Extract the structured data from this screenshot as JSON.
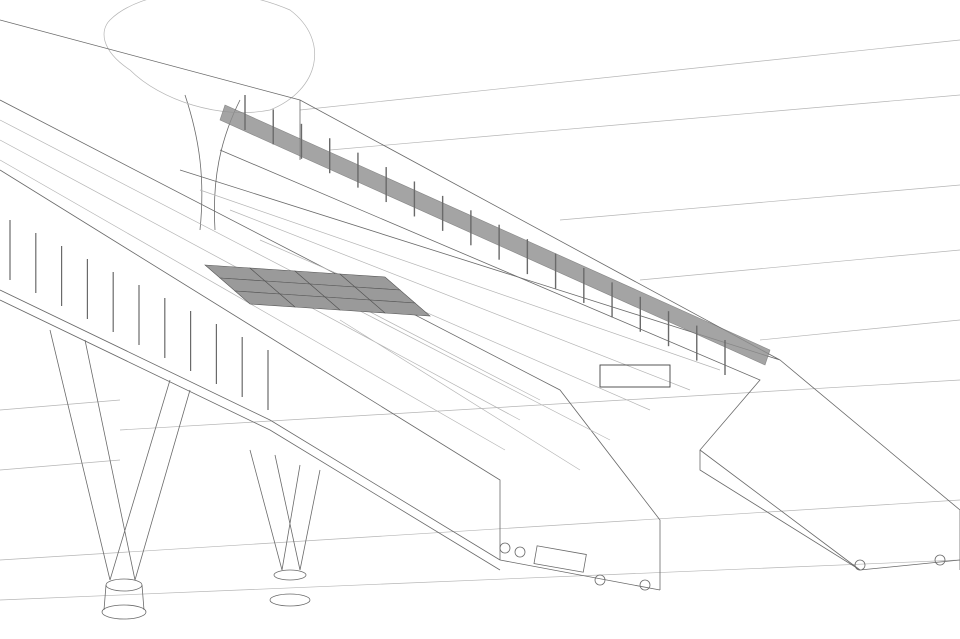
{
  "drawing": {
    "colors": {
      "line": "#6a6a6a",
      "light": "#b5b5b5",
      "panel": "#8e8e8e",
      "tile": "#9a9a9a",
      "background": "#ffffff"
    },
    "counts": {
      "right_railing_posts": 18,
      "left_railing_posts": 11,
      "panel_tiles_rows": 3,
      "panel_tiles_cols": 4
    }
  }
}
